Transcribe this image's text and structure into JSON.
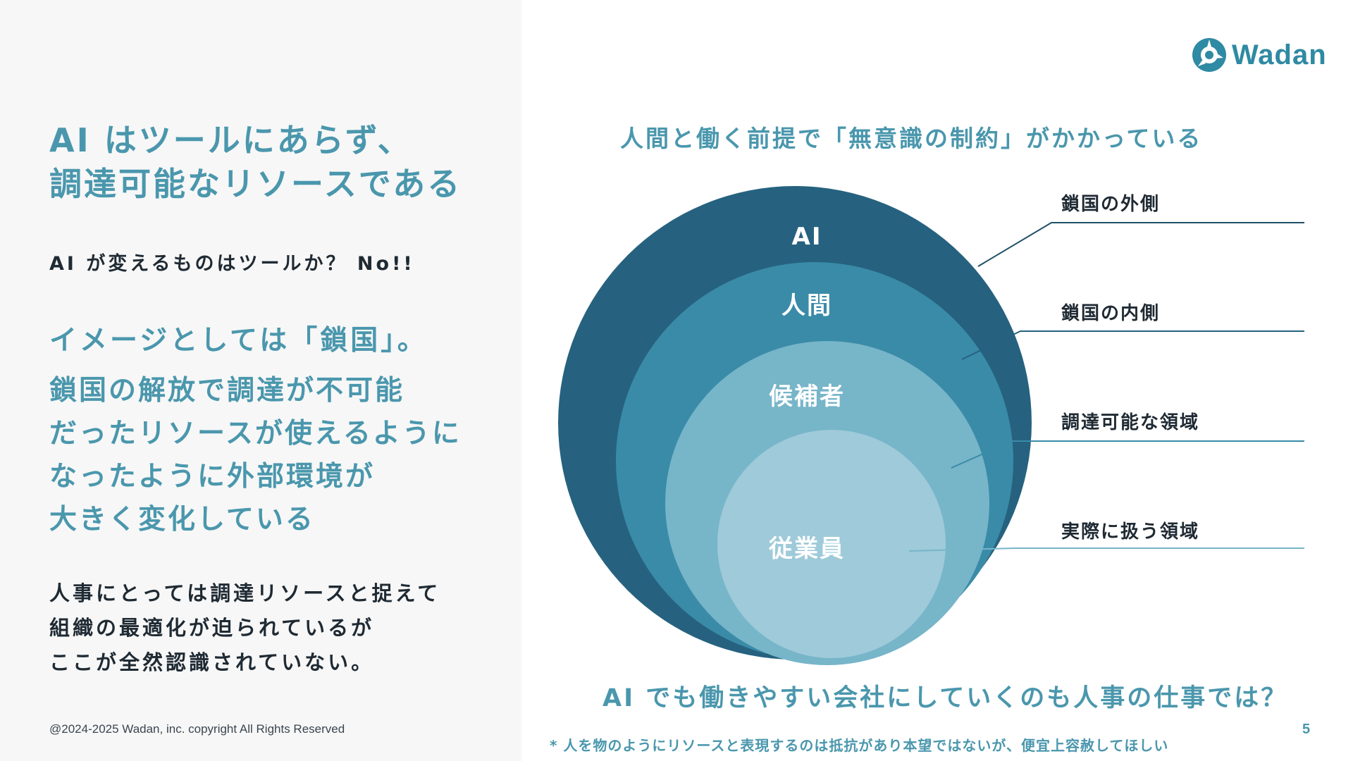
{
  "brand": {
    "name": "Wadan",
    "color": "#2f8aa3"
  },
  "left": {
    "headline": [
      "AI はツールにあらず、",
      "調達可能なリソースである"
    ],
    "question": "AI が変えるものはツールか？ No!!",
    "image_line": "イメージとしては「鎖国」。",
    "explanation": [
      "鎖国の解放で調達が不可能",
      "だったリソースが使えるように",
      "なったように外部環境が",
      "大きく変化している"
    ],
    "hr_note": [
      "人事にとっては調達リソースと捉えて",
      "組織の最適化が迫られているが",
      "ここが全然認識されていない。"
    ],
    "copyright": "@2024-2025 Wadan, inc. copyright All Rights Reserved"
  },
  "diagram": {
    "title": "人間と働く前提で「無意識の制約」がかかっている",
    "circles": [
      {
        "label": "AI",
        "color": "#26627f"
      },
      {
        "label": "人間",
        "color": "#3a8ba8"
      },
      {
        "label": "候補者",
        "color": "#77b5c9"
      },
      {
        "label": "従業員",
        "color": "#9ecad9"
      }
    ],
    "callouts": [
      "鎖国の外側",
      "鎖国の内側",
      "調達可能な領域",
      "実際に扱う領域"
    ]
  },
  "bottom_question": "AI でも働きやすい会社にしていくのも人事の仕事では？",
  "footnote": "* 人を物のようにリソースと表現するのは抵抗があり本望ではないが、便宜上容赦してほしい",
  "page_number": "5"
}
